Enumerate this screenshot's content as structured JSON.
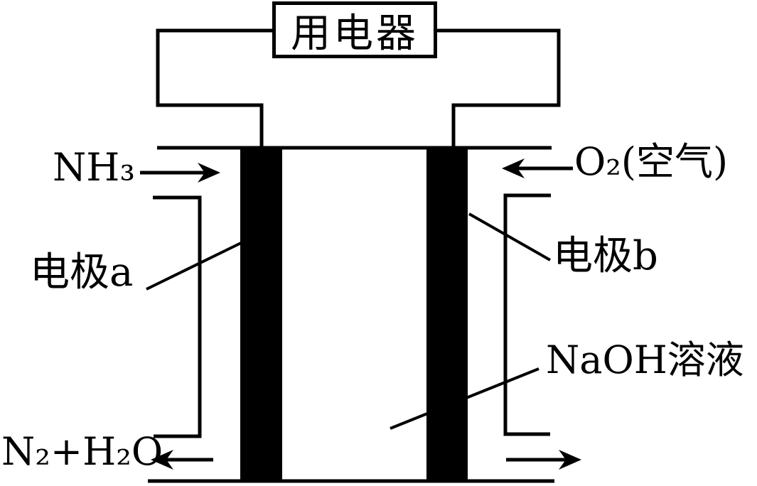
{
  "diagram": {
    "appliance_box": {
      "label": "用电器"
    },
    "labels": {
      "fuel_in": "NH₃",
      "oxidant_in": "O₂(空气)",
      "electrode_a": "电极a",
      "electrode_b": "电极b",
      "electrolyte": "NaOH溶液",
      "exhaust_out": "N₂+H₂O"
    },
    "colors": {
      "line": "#000000",
      "background": "#ffffff",
      "electrode": "#000000"
    }
  }
}
